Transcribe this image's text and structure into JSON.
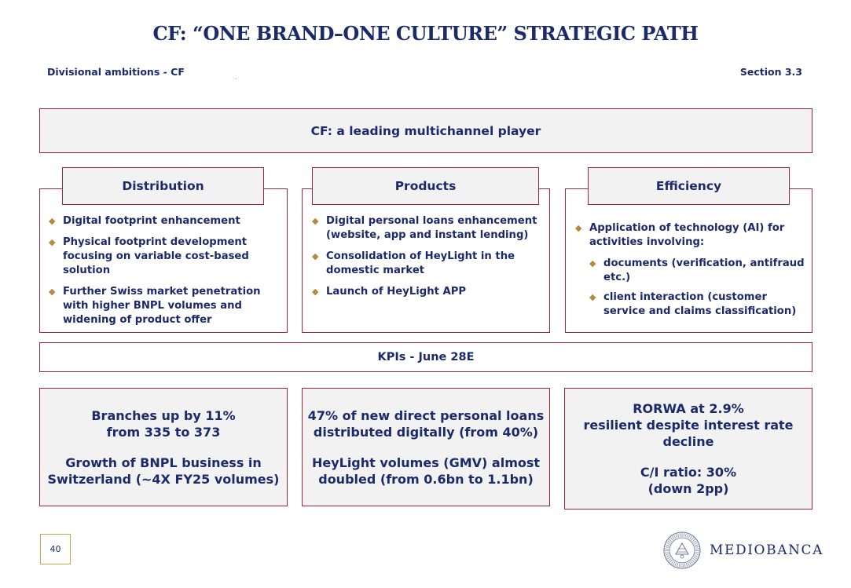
{
  "header": {
    "title": "CF: “ONE BRAND–ONE CULTURE” STRATEGIC PATH",
    "left_label": "Divisional ambitions - CF",
    "right_label": "Section 3.3"
  },
  "banner": "CF: a leading multichannel player",
  "columns": [
    {
      "heading": "Distribution",
      "bullets": [
        "Digital footprint enhancement",
        "Physical footprint development focusing on variable cost-based solution",
        "Further Swiss market penetration with higher BNPL volumes and widening of product offer"
      ]
    },
    {
      "heading": "Products",
      "bullets": [
        "Digital personal loans enhancement (website, app and instant lending)",
        "Consolidation of HeyLight in the domestic market",
        "Launch of HeyLight APP"
      ]
    },
    {
      "heading": "Efficiency",
      "bullets": [
        "Application of technology (AI) for activities involving:",
        "documents (verification, antifraud etc.)",
        "client interaction (customer service and claims classification)"
      ]
    }
  ],
  "kpi_banner": "KPIs - June 28E",
  "kpis": [
    {
      "line1": "Branches up by 11%",
      "line2": "from 335 to 373",
      "line3": "Growth of BNPL business in",
      "line4": "Switzerland (~4X FY25 volumes)"
    },
    {
      "line1": "47% of new direct personal loans",
      "line2": "distributed digitally (from 40%)",
      "line3": "HeyLight volumes (GMV) almost",
      "line4": "doubled (from 0.6bn to 1.1bn)"
    },
    {
      "line1": "RORWA at 2.9%",
      "line2": "resilient despite interest rate",
      "line2b": "decline",
      "line3": "C/I ratio: 30%",
      "line4": "(down 2pp)"
    }
  ],
  "footer": {
    "page_number": "40",
    "logo_text": "MEDIOBANCA",
    "logo_icon": "mediobanca-seal-icon"
  },
  "colors": {
    "navy": "#1b2a6b",
    "border_red": "#a0243b",
    "box_grey": "#f2f2f2",
    "bullet_gold": "#b48a3c"
  }
}
